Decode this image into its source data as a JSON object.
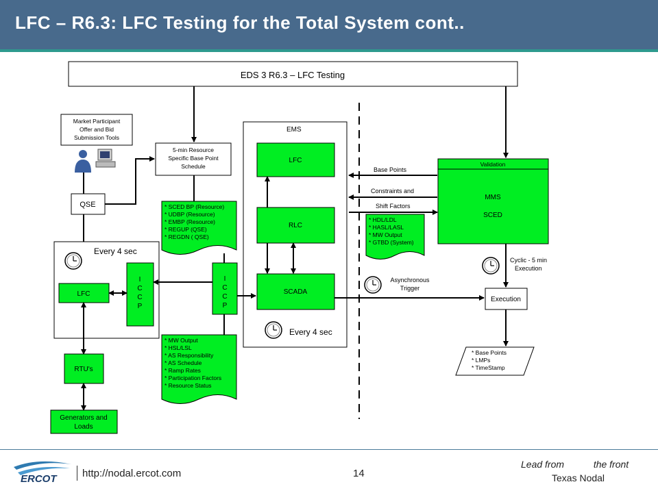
{
  "slide": {
    "title": "LFC – R6.3: LFC Testing for the Total System cont..",
    "footer_url": "http://nodal.ercot.com",
    "page_number": "14",
    "tagline": "Lead from           the front",
    "org": "Texas Nodal",
    "logo_text": "ERCOT"
  },
  "colors": {
    "header": "#486a8c",
    "accent": "#2e9a8e",
    "green": "#00ee22"
  },
  "diagram": {
    "top_banner": "EDS 3 R6.3 – LFC Testing",
    "market_participant": [
      "Market Participant",
      "Offer  and Bid",
      "Submission Tools"
    ],
    "resource_schedule": [
      "5-min Resource",
      "Specific Base Point",
      "Schedule"
    ],
    "qse": "QSE",
    "every4sec_left": "Every 4 sec",
    "lfc_left": "LFC",
    "iccp_left": [
      "I",
      "C",
      "C",
      "P"
    ],
    "iccp_mid": [
      "I",
      "C",
      "C",
      "P"
    ],
    "rtus": "RTU's",
    "generators": [
      "Generators and",
      "Loads"
    ],
    "sced_list": [
      "* SCED BP (Resource)",
      "* UDBP (Resource)",
      "* EMBP (Resource)",
      "* REGUP (QSE)",
      "* REGDN ( QSE)"
    ],
    "mw_list": [
      "* MW Output",
      "* HSL/LSL",
      "* AS Responsibility",
      "* AS Schedule",
      "* Ramp Rates",
      "* Participation Factors",
      "* Resource Status"
    ],
    "ems": "EMS",
    "lfc_ems": "LFC",
    "rlc": "RLC",
    "scada": "SCADA",
    "every4sec_ems": "Every 4 sec",
    "base_points": "Base Points",
    "constraints": "Constraints and",
    "shift_factors": "Shift Factors",
    "hdl_list": [
      "* HDL/LDL",
      "* HASL/LASL",
      "* MW Output",
      "* GTBD (System)"
    ],
    "async_trigger": [
      "Asynchronous",
      "Trigger"
    ],
    "validation": "Validation",
    "mms": "MMS",
    "sced": "SCED",
    "cyclic": [
      "Cyclic - 5 min",
      "Execution"
    ],
    "execution": "Execution",
    "output_list": [
      "* Base Points",
      "* LMPs",
      "* TimeStamp"
    ]
  }
}
